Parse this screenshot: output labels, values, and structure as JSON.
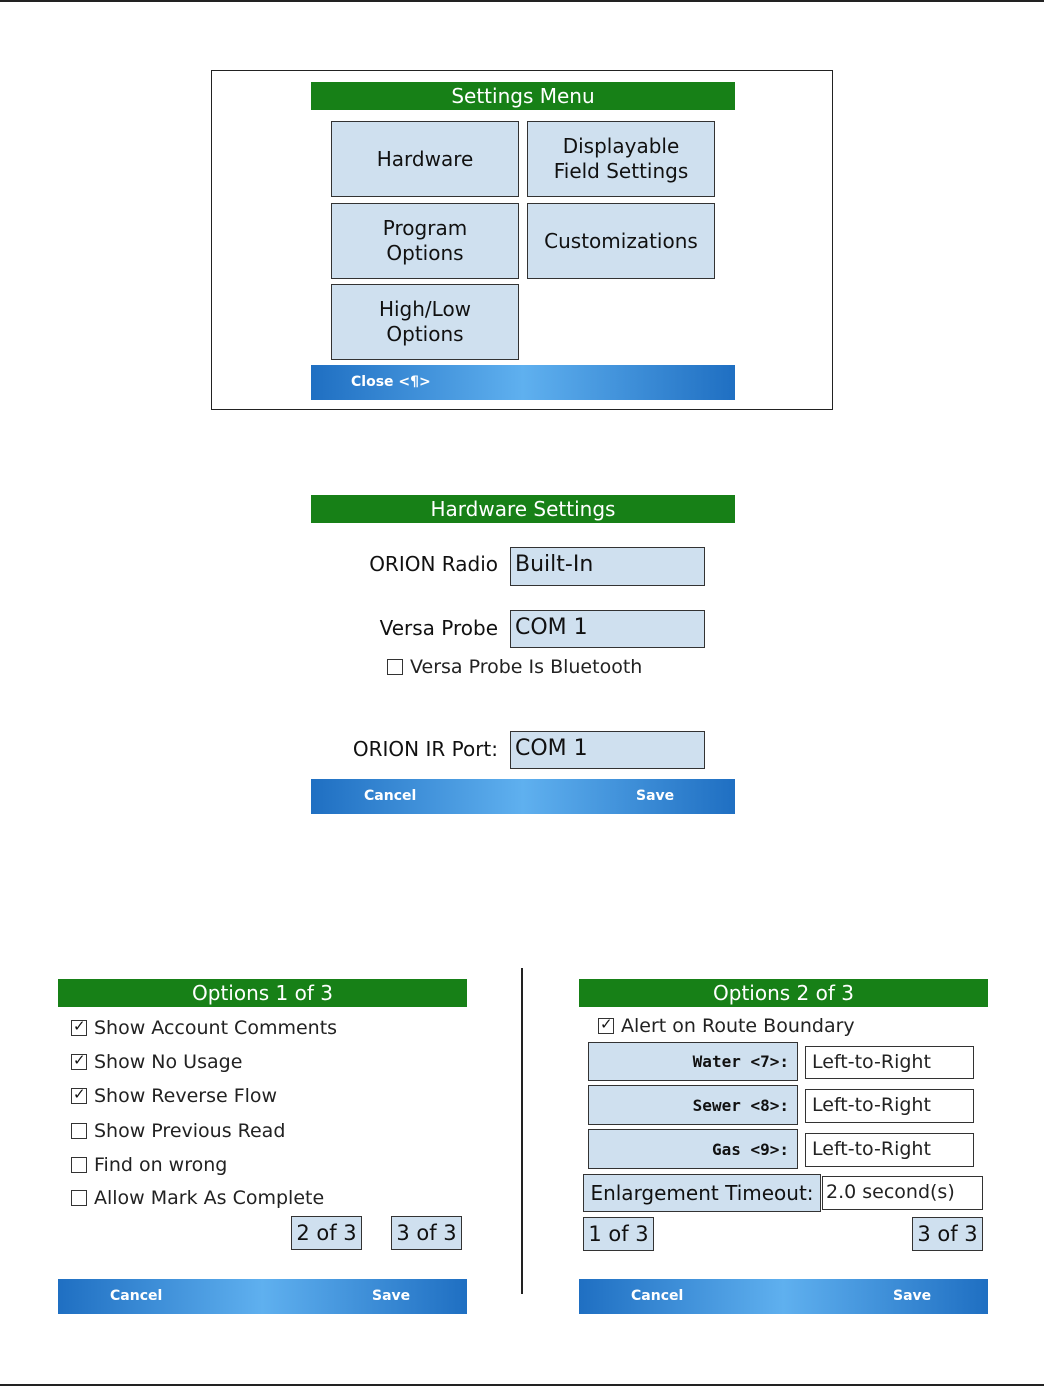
{
  "settings_menu": {
    "title": "Settings Menu",
    "tiles": [
      "Hardware",
      "Displayable\nField Settings",
      "Program\nOptions",
      "Customizations",
      "High/Low\nOptions"
    ],
    "softkey_left": "Close <¶>"
  },
  "hardware_settings": {
    "title": "Hardware Settings",
    "orion_radio_label": "ORION Radio",
    "orion_radio_value": "Built-In",
    "versa_probe_label": "Versa Probe",
    "versa_probe_value": "COM 1",
    "bluetooth_checkbox_label": "Versa Probe Is Bluetooth",
    "bluetooth_checked": false,
    "ir_port_label": "ORION IR Port:",
    "ir_port_value": "COM 1",
    "softkey_left": "Cancel",
    "softkey_right": "Save"
  },
  "options_1": {
    "title": "Options 1 of 3",
    "checkboxes": [
      {
        "label": "Show Account Comments",
        "checked": true
      },
      {
        "label": "Show No Usage",
        "checked": true
      },
      {
        "label": "Show Reverse Flow",
        "checked": true
      },
      {
        "label": "Show Previous Read",
        "checked": false
      },
      {
        "label": "Find on wrong",
        "checked": false
      },
      {
        "label": "Allow Mark As Complete",
        "checked": false
      }
    ],
    "page_buttons": [
      "2 of 3",
      "3 of 3"
    ],
    "softkey_left": "Cancel",
    "softkey_right": "Save"
  },
  "options_2": {
    "title": "Options 2 of 3",
    "alert_label": "Alert on Route Boundary",
    "alert_checked": true,
    "rows": [
      {
        "label": "Water <7>:",
        "value": "Left-to-Right"
      },
      {
        "label": "Sewer <8>:",
        "value": "Left-to-Right"
      },
      {
        "label": "Gas <9>:",
        "value": "Left-to-Right"
      }
    ],
    "timeout_label": "Enlargement Timeout:",
    "timeout_value": "2.0 second(s)",
    "page_buttons": [
      "1 of 3",
      "3 of 3"
    ],
    "softkey_left": "Cancel",
    "softkey_right": "Save"
  }
}
